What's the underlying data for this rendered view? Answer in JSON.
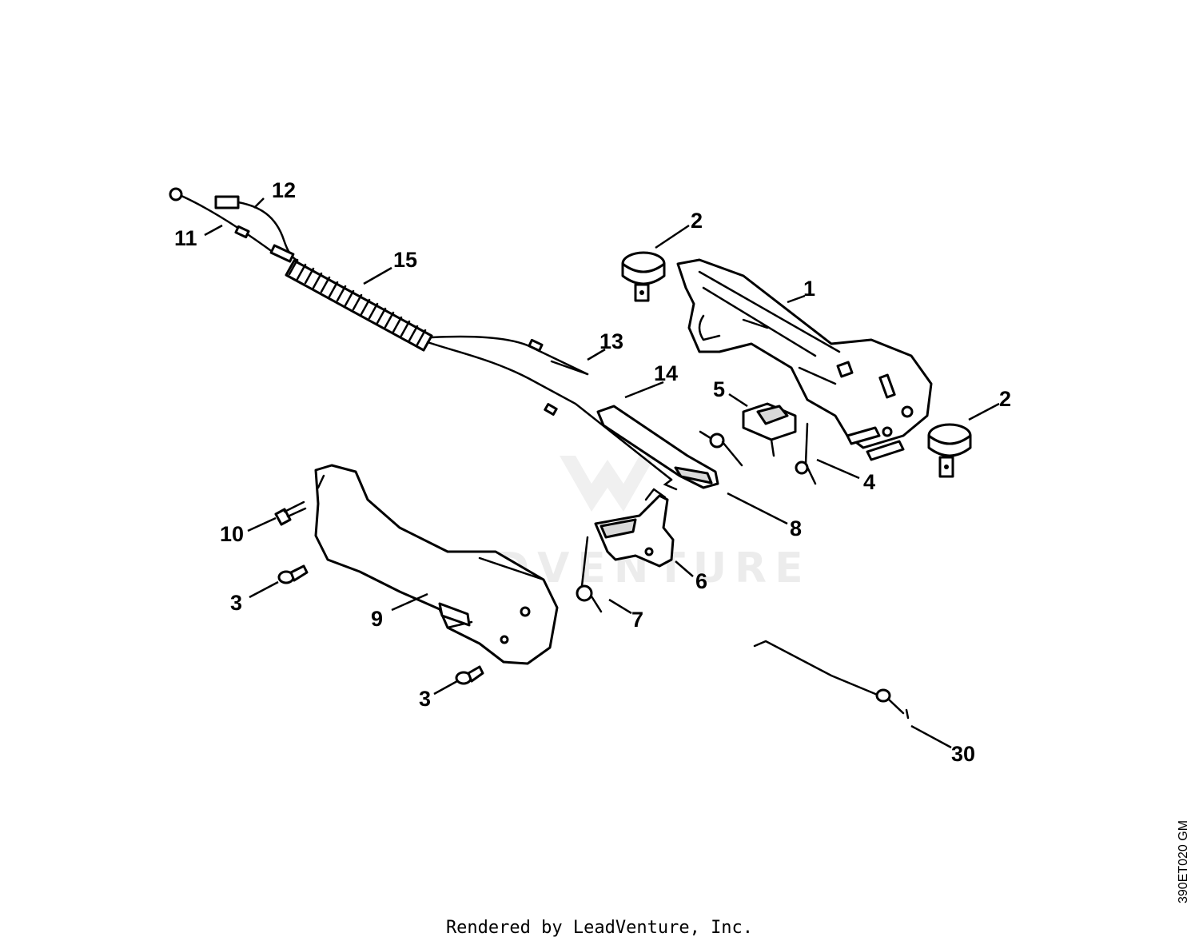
{
  "callouts": {
    "c1": "1",
    "c2a": "2",
    "c2b": "2",
    "c3a": "3",
    "c3b": "3",
    "c4": "4",
    "c5": "5",
    "c6": "6",
    "c7": "7",
    "c8": "8",
    "c9": "9",
    "c10": "10",
    "c11": "11",
    "c12": "12",
    "c13": "13",
    "c14": "14",
    "c15": "15",
    "c30": "30"
  },
  "watermark": "LEADVENTURE",
  "footer": "Rendered by LeadVenture, Inc.",
  "drawing_code": "390ET020 GM"
}
